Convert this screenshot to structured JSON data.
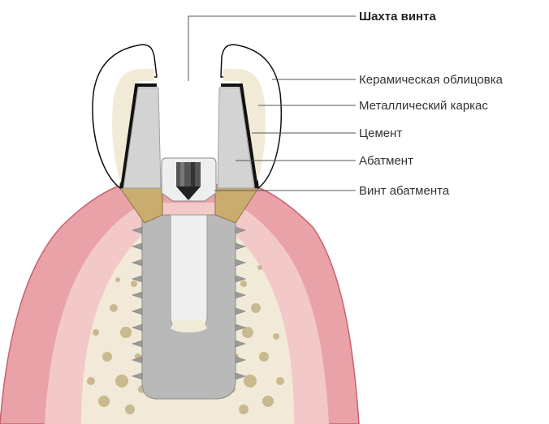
{
  "labels": {
    "screw_channel": "Шахта винта",
    "ceramic_veneer": "Керамическая облицовка",
    "metal_framework": "Металлический каркас",
    "cement": "Цемент",
    "abutment": "Абатмент",
    "abutment_screw": "Винт абатмента"
  },
  "colors": {
    "gum": "#e8a2a8",
    "gum_edge": "#c9616f",
    "gum_inner": "#f6d6d6",
    "bone": "#f2ead8",
    "bone_pores": "#c9b98f",
    "implant": "#b9b9b9",
    "implant_dark": "#9a9a9a",
    "abutment": "#d3d3d3",
    "screw": "#eeeeee",
    "gold_collar": "#c9ac6e",
    "ceramic": "#ffffff",
    "framework": "#111111",
    "cement": "#f1ead6"
  }
}
